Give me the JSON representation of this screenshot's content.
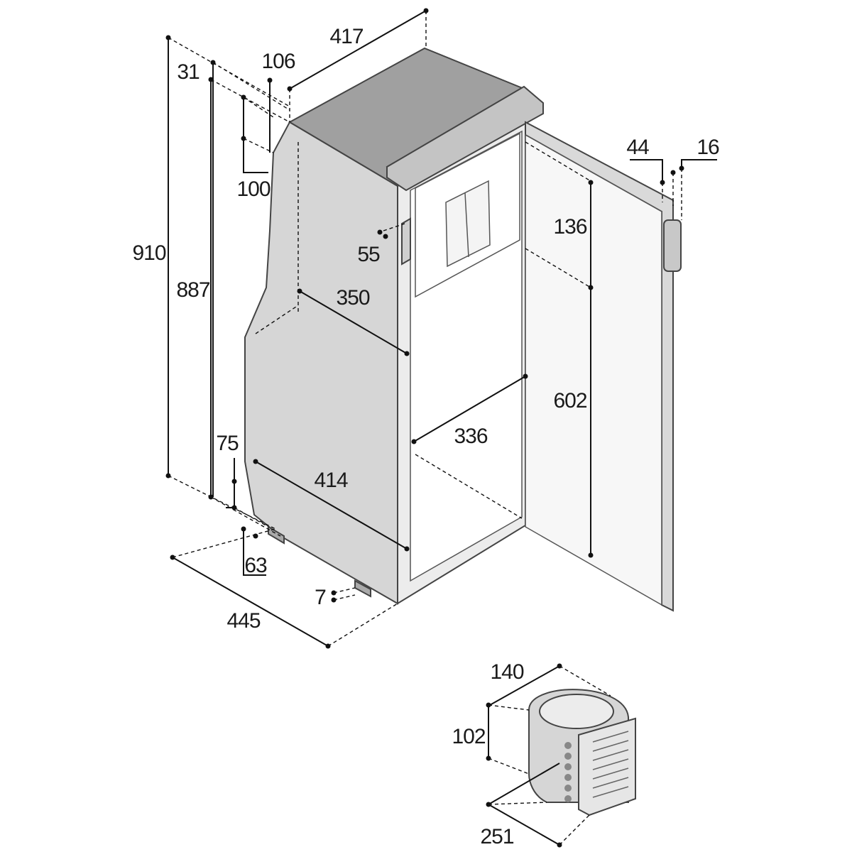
{
  "colors": {
    "side_panel": "#d6d6d6",
    "top_lid": "#a0a0a0",
    "door": "#d9d9d9",
    "trim": "#c4c4c4",
    "line": "#111111"
  },
  "dimensions": {
    "top_width": "417",
    "top_offset": "106",
    "top_step": "31",
    "total_height": "910",
    "body_height": "887",
    "recess_height": "100",
    "hinge_offset": "55",
    "inner_depth_top": "350",
    "freezer_height": "136",
    "door_thickness": "44",
    "handle_depth": "16",
    "inner_height": "602",
    "inner_width": "336",
    "depth_bottom": "414",
    "foot_height": "75",
    "foot_offset": "63",
    "foot_gap": "7",
    "total_depth": "445",
    "compressor_width": "140",
    "compressor_height": "102",
    "compressor_length": "251"
  }
}
